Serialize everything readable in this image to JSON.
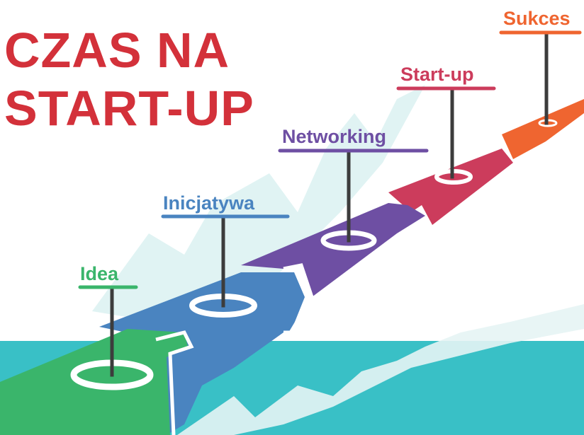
{
  "title": {
    "line1": "CZAS NA",
    "line2": "START-UP"
  },
  "stages": [
    {
      "label": "Idea",
      "color": "#3ab56b"
    },
    {
      "label": "Inicjatywa",
      "color": "#4a84c0"
    },
    {
      "label": "Networking",
      "color": "#6e4fa3"
    },
    {
      "label": "Start-up",
      "color": "#cc3c5c"
    },
    {
      "label": "Sukces",
      "color": "#ef6530"
    }
  ],
  "colors": {
    "title": "#d3313a",
    "ground": "#39c0c6",
    "shadow": "#e0f3f3",
    "pole": "#3c3c3c"
  }
}
